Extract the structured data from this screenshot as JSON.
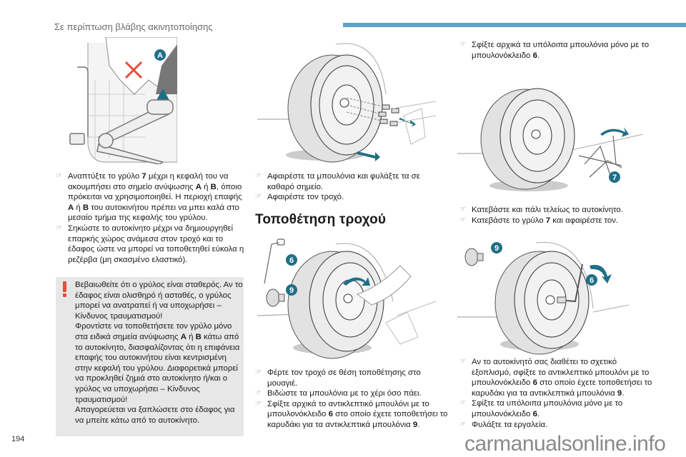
{
  "header": {
    "section_title": "Σε περίπτωση βλάβης ακινητοποίησης",
    "accent_color": "#5ba3c9"
  },
  "figures": {
    "jack": {
      "label_a": "A"
    },
    "remove_wheel": {},
    "fit_wheel": {
      "label_6": "6",
      "label_9": "9"
    },
    "lower_car": {
      "label_7": "7"
    },
    "tighten": {
      "label_6": "6",
      "label_9": "9"
    }
  },
  "col1": {
    "step1": {
      "t1": "Αναπτύξτε το γρύλο ",
      "b1": "7",
      "t2": " μέχρι η κεφαλή του να ακουμπήσει στο σημείο ανύψωσης ",
      "b2": "A",
      "t3": " ή ",
      "b3": "B",
      "t4": ", όποιο πρόκειται να χρησιμοποιηθεί. Η περιοχή επαφής ",
      "b4": "A",
      "t5": " ή ",
      "b5": "B",
      "t6": " του αυτοκινήτου πρέπει να μπει καλά στο μεσαίο τμήμα της κεφαλής του γρύλου."
    },
    "step2": "Σηκώστε το αυτοκίνητο μέχρι να δημιουργηθεί επαρκής χώρος ανάμεσα στον τροχό και το έδαφος ώστε να μπορεί να τοποθετηθεί εύκολα η ρεζέρβα (μη σκασμένο ελαστικό).",
    "warning": {
      "t1": "Βεβαιωθείτε ότι ο γρύλος είναι σταθερός. Αν το έδαφος είναι ολισθηρό ή ασταθές, ο γρύλος μπορεί να ανατραπεί ή να υποχωρήσει – Κίνδυνος τραυματισμού!",
      "t2": "Φροντίστε να τοποθετήσετε τον γρύλο μόνο στα ειδικά σημεία ανύψωσης ",
      "b1": "A",
      "t3": " ή ",
      "b2": "B",
      "t4": " κάτω από το αυτοκίνητο, διασφαλίζοντας ότι η επιφάνεια επαφής του αυτοκινήτου είναι κεντρισμένη στην κεφαλή του γρύλου. Διαφορετικά μπορεί να προκληθεί ζημιά στο αυτοκίνητο ή/και ο γρύλος να υποχωρήσει – Κίνδυνος τραυματισμού!",
      "t5": "Απαγορεύεται να ξαπλώσετε στο έδαφος για να μπείτε κάτω από το αυτοκίνητο.",
      "accent_color": "#e84b3c"
    }
  },
  "col2": {
    "step1": "Αφαιρέστε τα μπουλόνια και φυλάξτε τα σε καθαρό σημείο.",
    "step2": "Αφαιρέστε τον τροχό.",
    "section_title": "Τοποθέτηση τροχού",
    "step3": "Φέρτε τον τροχό σε θέση τοποθέτησης στο μουαγιέ.",
    "step4": "Βιδώστε τα μπουλόνια με το χέρι όσο πάει.",
    "step5": {
      "t1": "Σφίξτε αρχικά το αντικλεπτικό μπουλόνι με το μπουλονόκλειδο ",
      "b1": "6",
      "t2": " στο οποίο έχετε τοποθετήσει το καρυδάκι για τα αντικλεπτικά μπουλόνια ",
      "b2": "9",
      "t3": "."
    }
  },
  "col3": {
    "step1": {
      "t1": "Σφίξτε αρχικά τα υπόλοιπα μπουλόνια μόνο με το μπουλονόκλειδο ",
      "b1": "6",
      "t2": "."
    },
    "step2": "Κατεβάστε και πάλι τελείως το αυτοκίνητο.",
    "step3": {
      "t1": "Κατεβάστε το γρύλο ",
      "b1": "7",
      "t2": " και αφαιρέστε τον."
    },
    "step4": {
      "t1": "Αν το αυτοκίνητό σας διαθέτει το σχετικό εξοπλισμό, σφίξτε το αντικλεπτικό μπουλόνι με το μπουλονόκλειδο ",
      "b1": "6",
      "t2": " στο οποίο έχετε τοποθετήσει το καρυδάκι για τα αντικλεπτικά μπουλόνια ",
      "b2": "9",
      "t3": "."
    },
    "step5": {
      "t1": "Σφίξτε τα υπόλοιπα μπουλόνια μόνο με το μπουλονόκλειδο ",
      "b1": "6",
      "t2": "."
    },
    "step6": "Φυλάξτε τα εργαλεία."
  },
  "bullet_glyph": "☞",
  "warning_glyph": "!",
  "footer": {
    "page_number": "194",
    "watermark": "carmanualsonline.info"
  }
}
